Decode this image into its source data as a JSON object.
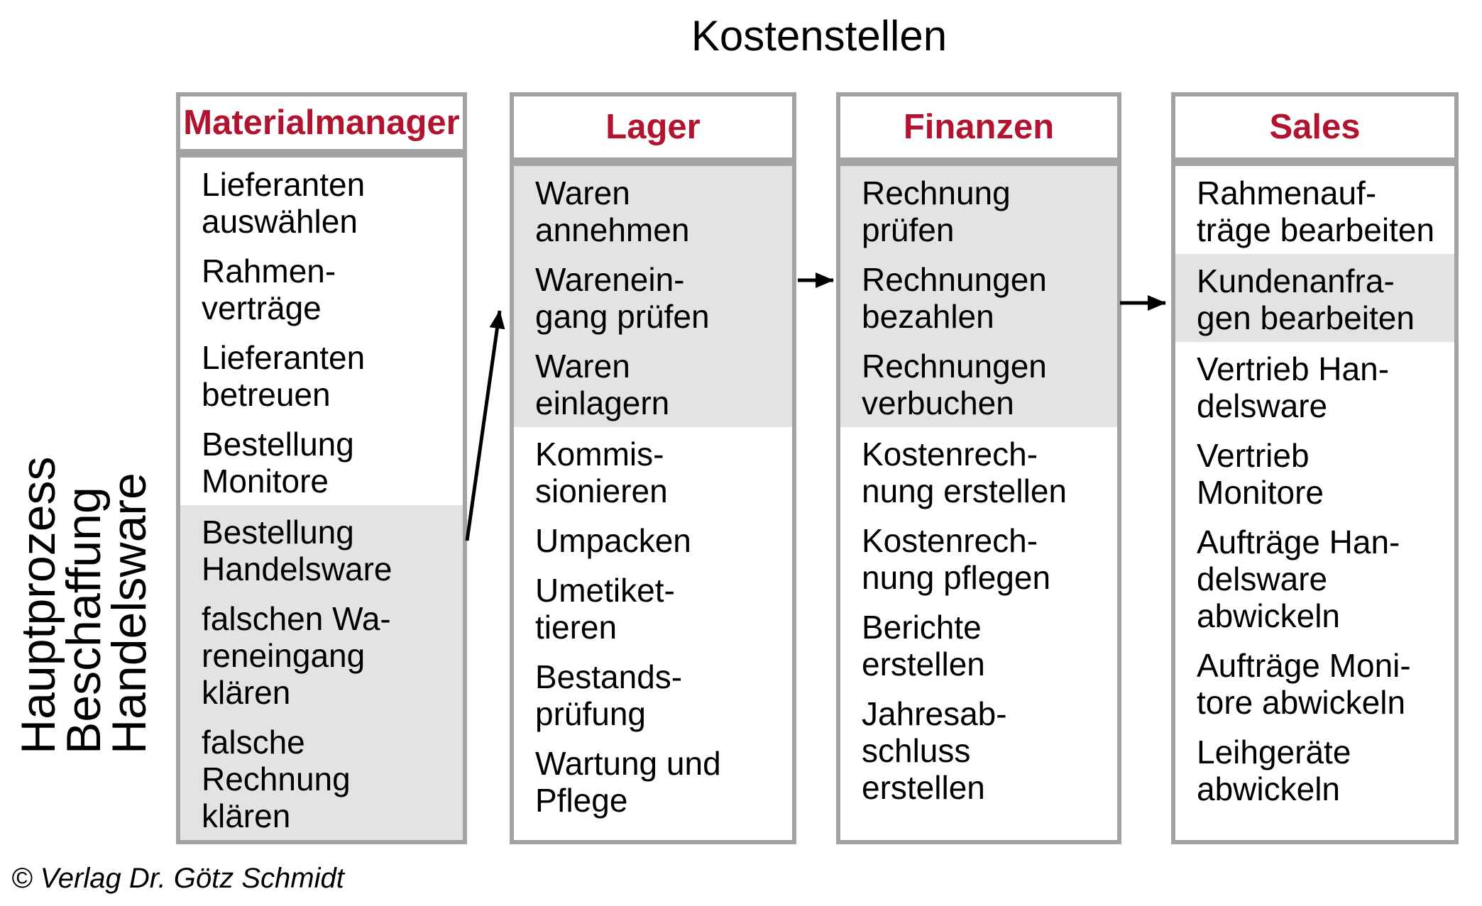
{
  "title": "Kostenstellen",
  "side_label": "Hauptprozess\nBeschaffung\nHandelsware",
  "copyright": "© Verlag Dr. Götz Schmidt",
  "colors": {
    "header_red": "#B2132E",
    "border_gray": "#A3A3A3",
    "highlight_gray": "#E3E3E3",
    "text_black": "#000000"
  },
  "columns": [
    {
      "id": "materialmanager",
      "header": "Materialmanager",
      "segments": [
        {
          "shaded": false,
          "items": [
            "Lieferanten\nauswählen",
            "Rahmen-\nverträge",
            "Lieferanten\nbetreuen",
            "Bestellung\nMonitore"
          ]
        },
        {
          "shaded": true,
          "items": [
            "Bestellung\nHandelsware",
            "falschen Wa-\nreneingang\nklären",
            "falsche\nRechnung\nklären"
          ]
        }
      ]
    },
    {
      "id": "lager",
      "header": "Lager",
      "segments": [
        {
          "shaded": true,
          "items": [
            "Waren\nannehmen",
            "Warenein-\ngang prüfen",
            "Waren\neinlagern"
          ]
        },
        {
          "shaded": false,
          "items": [
            "Kommis-\nsionieren",
            "Umpacken",
            "Umetiket-\ntieren",
            "Bestands-\nprüfung",
            "Wartung und\nPflege"
          ]
        }
      ]
    },
    {
      "id": "finanzen",
      "header": "Finanzen",
      "segments": [
        {
          "shaded": true,
          "items": [
            "Rechnung\nprüfen",
            "Rechnungen\nbezahlen",
            "Rechnungen\nverbuchen"
          ]
        },
        {
          "shaded": false,
          "items": [
            "Kostenrech-\nnung erstellen",
            "Kostenrech-\nnung pflegen",
            "Berichte\nerstellen",
            "Jahresab-\nschluss\nerstellen"
          ]
        }
      ]
    },
    {
      "id": "sales",
      "header": "Sales",
      "segments": [
        {
          "shaded": false,
          "items": [
            "Rahmenauf-\nträge bearbeiten"
          ]
        },
        {
          "shaded": true,
          "items": [
            "Kundenanfra-\ngen bearbeiten"
          ]
        },
        {
          "shaded": false,
          "items": [
            "Vertrieb Han-\ndelsware",
            "Vertrieb\nMonitore",
            "Aufträge Han-\ndelsware\nabwickeln",
            "Aufträge Moni-\ntore abwickeln",
            "Leihgeräte\nabwickeln"
          ]
        }
      ]
    }
  ],
  "arrows": [
    {
      "from": "materialmanager",
      "to": "lager"
    },
    {
      "from": "lager",
      "to": "finanzen"
    },
    {
      "from": "finanzen",
      "to": "sales"
    }
  ]
}
